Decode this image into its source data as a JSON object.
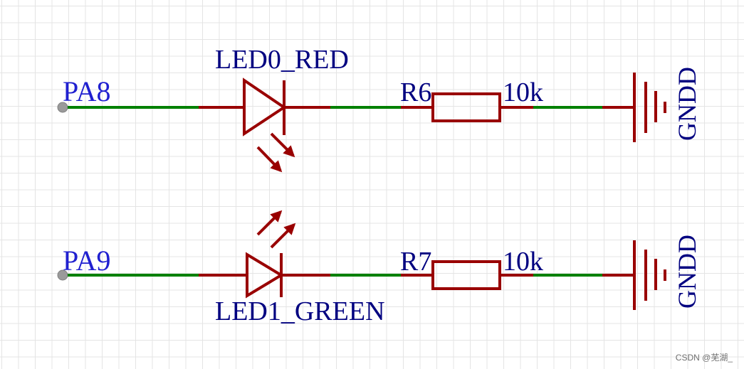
{
  "circuits": [
    {
      "net_label": "PA8",
      "led_label": "LED0_RED",
      "resistor_label": "R6",
      "resistor_value": "10k",
      "ground_label": "GNDD"
    },
    {
      "net_label": "PA9",
      "led_label": "LED1_GREEN",
      "resistor_label": "R7",
      "resistor_value": "10k",
      "ground_label": "GNDD"
    }
  ],
  "colors": {
    "wire": "#008000",
    "component": "#990000",
    "net_label": "#2020d0",
    "part_label": "#000080",
    "grid": "#e4e4e4"
  },
  "watermark": "CSDN @芜湖_"
}
